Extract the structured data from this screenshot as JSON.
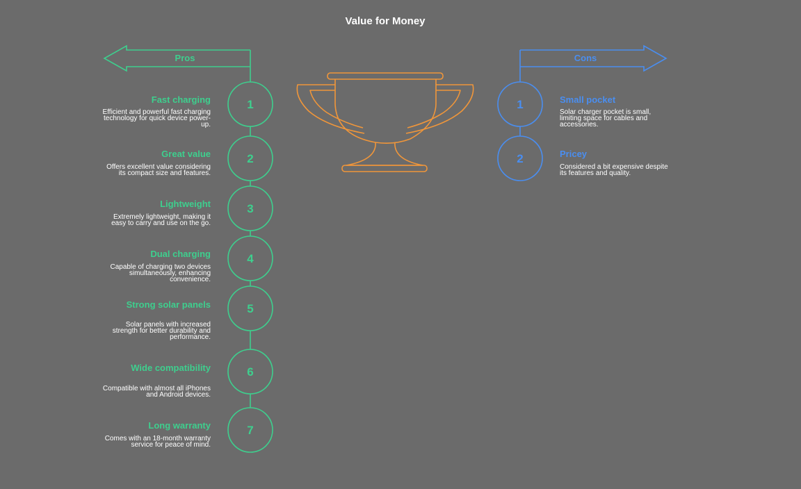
{
  "title": "Value for Money",
  "colors": {
    "pros": "#3ecf8e",
    "cons": "#4a8ef0",
    "trophy": "#f0963a",
    "background": "#6b6b6b"
  },
  "pros": {
    "label": "Pros",
    "items": [
      {
        "num": "1",
        "title": "Fast charging",
        "desc": "Efficient and powerful fast charging technology for quick device power-up."
      },
      {
        "num": "2",
        "title": "Great value",
        "desc": "Offers excellent value considering its compact size and features."
      },
      {
        "num": "3",
        "title": "Lightweight",
        "desc": "Extremely lightweight, making it easy to carry and use on the go."
      },
      {
        "num": "4",
        "title": "Dual charging",
        "desc": "Capable of charging two devices simultaneously, enhancing convenience."
      },
      {
        "num": "5",
        "title": "Strong solar panels",
        "desc": "Solar panels with increased strength for better durability and performance."
      },
      {
        "num": "6",
        "title": "Wide compatibility",
        "desc": "Compatible with almost all iPhones and Android devices."
      },
      {
        "num": "7",
        "title": "Long warranty",
        "desc": "Comes with an 18-month warranty service for peace of mind."
      }
    ]
  },
  "cons": {
    "label": "Cons",
    "items": [
      {
        "num": "1",
        "title": "Small pocket",
        "desc": "Solar charger pocket is small, limiting space for cables and accessories."
      },
      {
        "num": "2",
        "title": "Pricey",
        "desc": "Considered a bit expensive despite its features and quality."
      }
    ]
  }
}
